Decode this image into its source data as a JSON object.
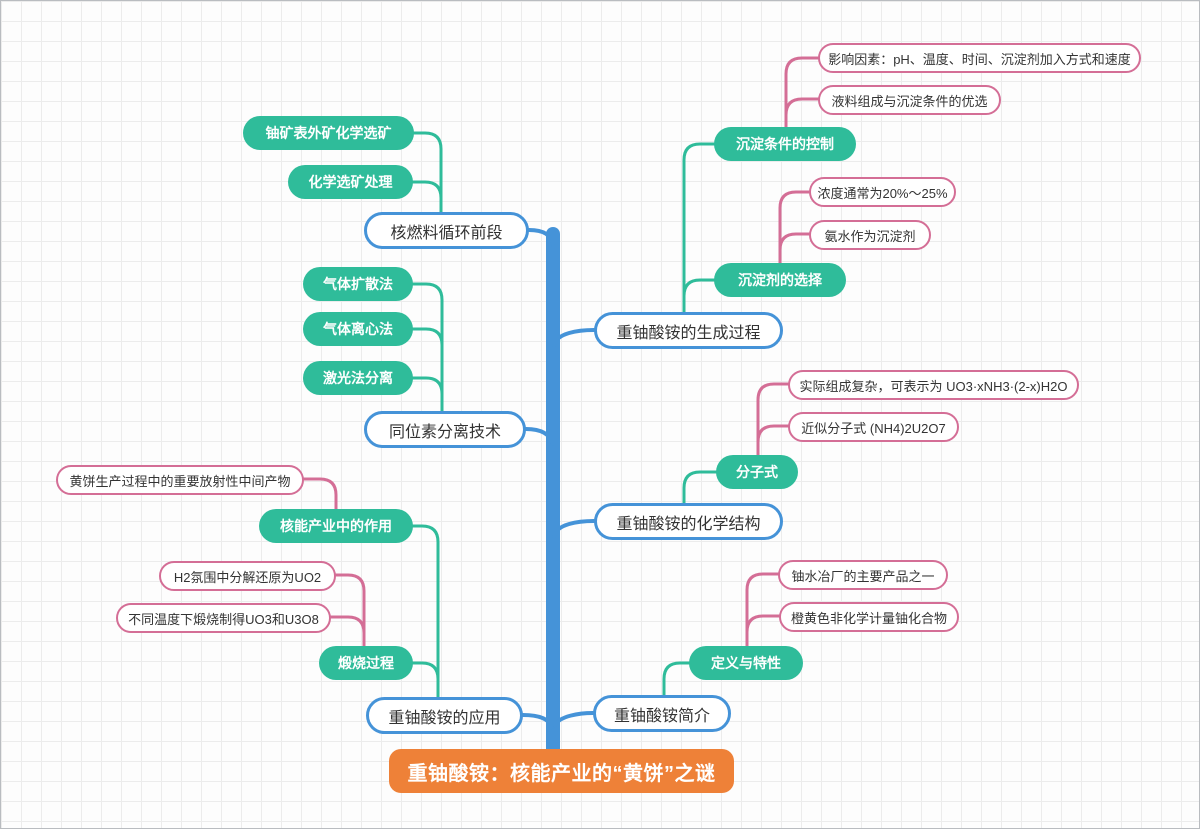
{
  "colors": {
    "trunk_blue": "#4593d8",
    "subtopic_teal": "#2fbc9a",
    "detail_pink": "#d46e96",
    "root_orange": "#ee8138",
    "text_dark": "#333333",
    "grid_line": "#ececec"
  },
  "mindmap": {
    "root": "重铀酸铵：核能产业的“黄饼”之谜",
    "main_topics": [
      {
        "label": "核燃料循环前段",
        "subtopics": [
          {
            "label": "铀矿表外矿化学选矿",
            "details": []
          },
          {
            "label": "化学选矿处理",
            "details": []
          }
        ]
      },
      {
        "label": "同位素分离技术",
        "subtopics": [
          {
            "label": "气体扩散法",
            "details": []
          },
          {
            "label": "气体离心法",
            "details": []
          },
          {
            "label": "激光法分离",
            "details": []
          }
        ]
      },
      {
        "label": "重铀酸铵的应用",
        "subtopics": [
          {
            "label": "核能产业中的作用",
            "details": [
              "黄饼生产过程中的重要放射性中间产物"
            ]
          },
          {
            "label": "煅烧过程",
            "details": [
              "H2氛围中分解还原为UO2",
              "不同温度下煅烧制得UO3和U3O8"
            ]
          }
        ]
      },
      {
        "label": "重铀酸铵的生成过程",
        "subtopics": [
          {
            "label": "沉淀条件的控制",
            "details": [
              "影响因素：pH、温度、时间、沉淀剂加入方式和速度",
              "液料组成与沉淀条件的优选"
            ]
          },
          {
            "label": "沉淀剂的选择",
            "details": [
              "浓度通常为20%～25%",
              "氨水作为沉淀剂"
            ]
          }
        ]
      },
      {
        "label": "重铀酸铵的化学结构",
        "subtopics": [
          {
            "label": "分子式",
            "details": [
              "实际组成复杂，可表示为 UO3·xNH3·(2-x)H2O",
              "近似分子式 (NH4)2U2O7"
            ]
          }
        ]
      },
      {
        "label": "重铀酸铵简介",
        "subtopics": [
          {
            "label": "定义与特性",
            "details": [
              "铀水冶厂的主要产品之一",
              "橙黄色非化学计量铀化合物"
            ]
          }
        ]
      }
    ]
  }
}
